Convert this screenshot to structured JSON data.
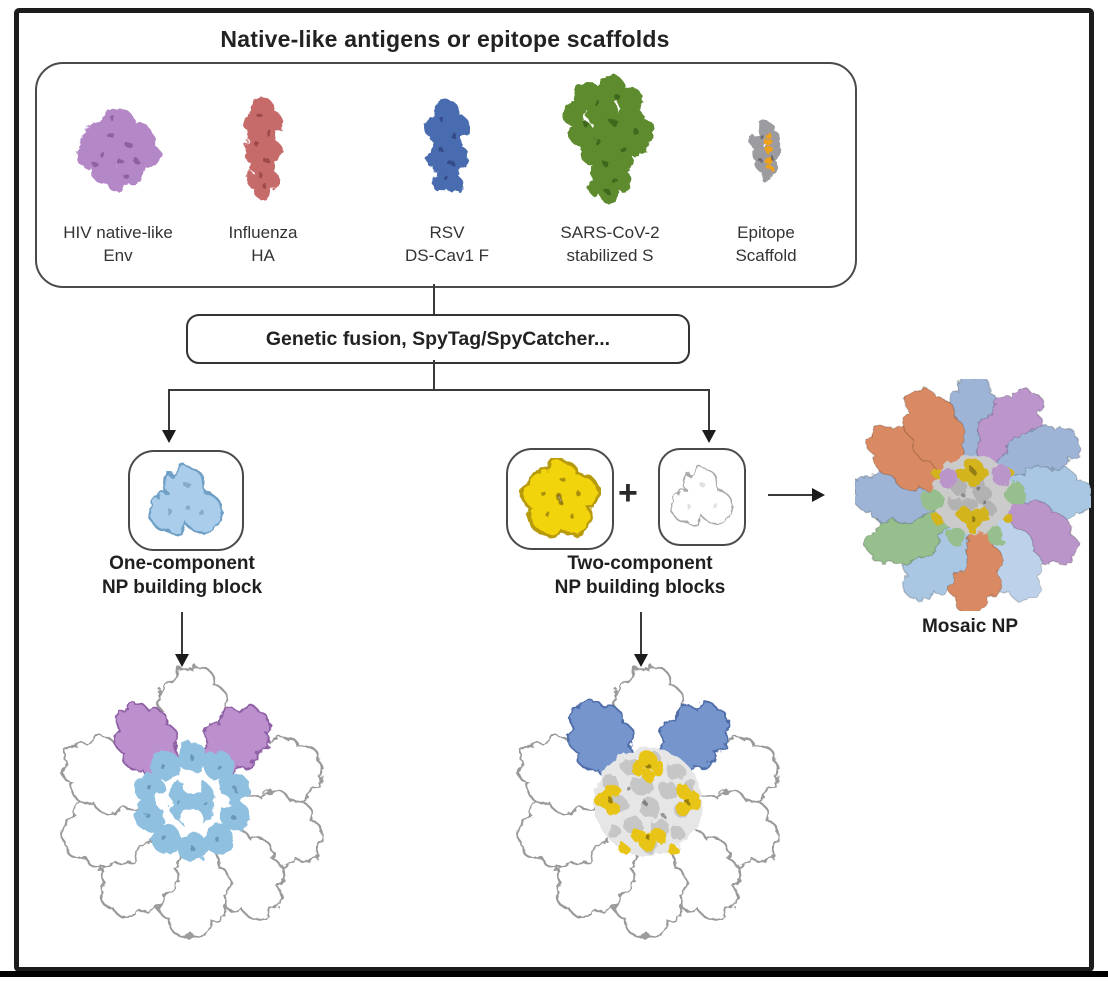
{
  "figure": {
    "title": "Native-like antigens or epitope scaffolds",
    "antigen_panel": {
      "antigens": [
        {
          "name": "HIV native-like Env",
          "label_line1": "HIV native-like",
          "label_line2": "Env",
          "color": "#b487c6"
        },
        {
          "name": "Influenza HA",
          "label_line1": "Influenza",
          "label_line2": "HA",
          "color": "#c66a6a"
        },
        {
          "name": "RSV DS-Cav1 F",
          "label_line1": "RSV",
          "label_line2": "DS-Cav1 F",
          "color": "#4a6cb0"
        },
        {
          "name": "SARS-CoV-2 stabilized S",
          "label_line1": "SARS-CoV-2",
          "label_line2": "stabilized S",
          "color": "#5d8b2f"
        },
        {
          "name": "Epitope Scaffold",
          "label_line1": "Epitope",
          "label_line2": "Scaffold",
          "color": "#9b9ba0",
          "accent_color": "#f0a11e"
        }
      ]
    },
    "fusion_box": {
      "label": "Genetic fusion, SpyTag/SpyCatcher..."
    },
    "one_component": {
      "label_line1": "One-component",
      "label_line2": "NP building block",
      "block_color": "#a9cdea",
      "block_outline": "#6f9fc6",
      "np_core_color": "#8fc0e0",
      "np_antigen_color": "#bc90cc",
      "np_antigen_outline": "#8e5fa5"
    },
    "two_component": {
      "label_line1": "Two-component",
      "label_line2": "NP building blocks",
      "plus_sign": "+",
      "pentamer_color": "#f2d411",
      "pentamer_outline": "#b89a08",
      "trimer_color": "#ffffff",
      "trimer_outline": "#a8a8a8",
      "np_antigen_color": "#7595cc",
      "np_antigen_outline": "#4f6da8",
      "np_patch_color": "#e8c412"
    },
    "mosaic": {
      "label": "Mosaic NP",
      "spike_colors": [
        "#9db4d6",
        "#bb95cc",
        "#9db4d6",
        "#a9c6e2",
        "#b995c9",
        "#bdd2ea",
        "#d98a62",
        "#a9c6e2",
        "#96bf8d",
        "#9db4d6",
        "#d98a62",
        "#d98a62"
      ],
      "mid_blob_green": "#96bf8d",
      "mid_blob_purple": "#b995c9",
      "core_patch_color": "#d4b41a"
    }
  }
}
